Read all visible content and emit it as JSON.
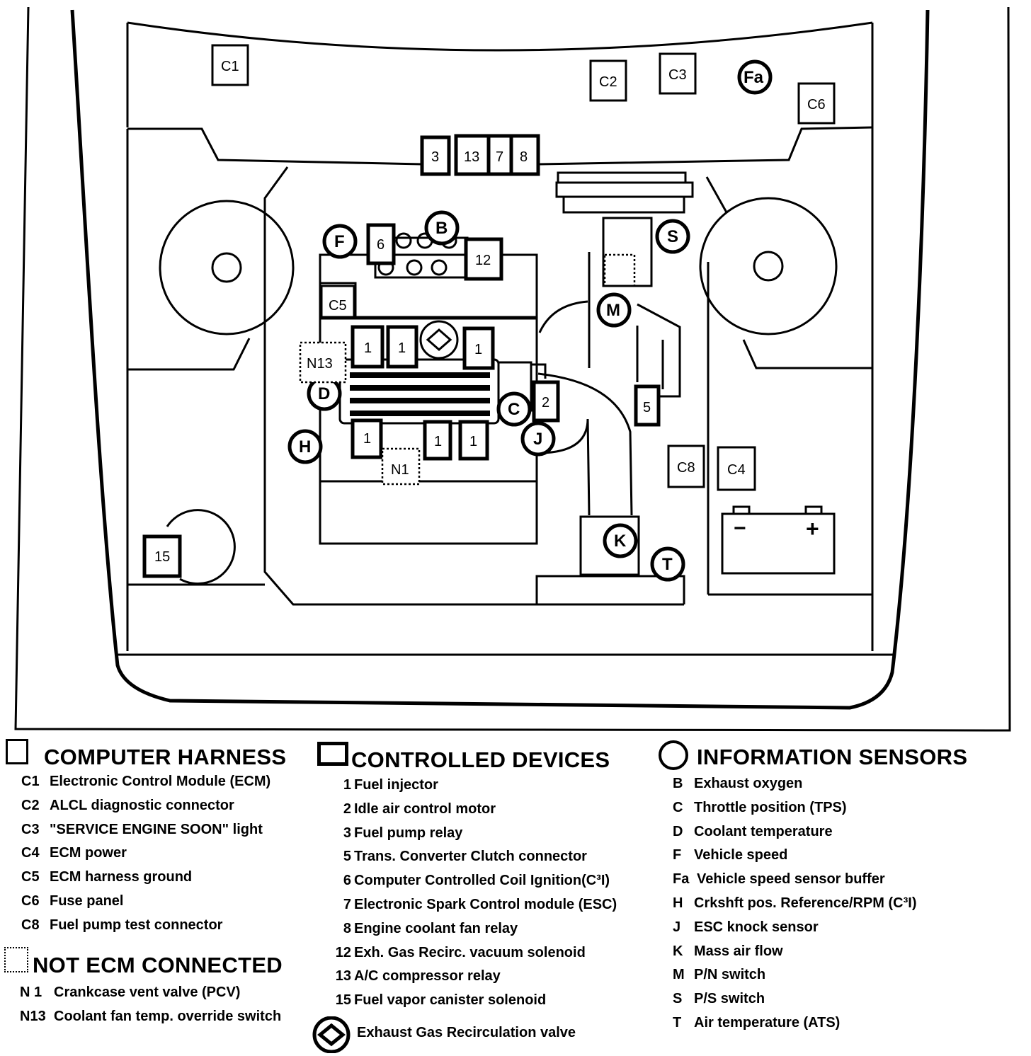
{
  "diagram": {
    "harness_labels": {
      "c1": "C1",
      "c2": "C2",
      "c3": "C3",
      "c6": "C6",
      "c5": "C5",
      "c8": "C8",
      "c4": "C4"
    },
    "device_labels": {
      "d3": "3",
      "d13": "13",
      "d7": "7",
      "d8": "8",
      "d6": "6",
      "d12": "12",
      "d5": "5",
      "d2": "2",
      "d15": "15",
      "inj1": "1",
      "inj2": "1",
      "inj3": "1",
      "inj4": "1",
      "inj5": "1",
      "inj6": "1"
    },
    "sensor_labels": {
      "fa": "Fa",
      "b": "B",
      "f": "F",
      "s": "S",
      "m": "M",
      "d": "D",
      "c": "C",
      "j": "J",
      "h": "H",
      "k": "K",
      "t": "T"
    },
    "not_ecm_labels": {
      "n13": "N13",
      "n1": "N1"
    },
    "battery": {
      "minus": "−",
      "plus": "+"
    }
  },
  "legend": {
    "computer_harness": {
      "title": "COMPUTER HARNESS",
      "items": [
        {
          "code": "C1",
          "text": "Electronic Control Module (ECM)"
        },
        {
          "code": "C2",
          "text": "ALCL diagnostic connector"
        },
        {
          "code": "C3",
          "text": "\"SERVICE ENGINE SOON\" light"
        },
        {
          "code": "C4",
          "text": "ECM power"
        },
        {
          "code": "C5",
          "text": "ECM harness ground"
        },
        {
          "code": "C6",
          "text": "Fuse panel"
        },
        {
          "code": "C8",
          "text": "Fuel pump test connector"
        }
      ]
    },
    "not_ecm_connected": {
      "title": "NOT ECM CONNECTED",
      "items": [
        {
          "code": "N 1",
          "text": "Crankcase vent valve (PCV)"
        },
        {
          "code": "N13",
          "text": "Coolant fan temp. override switch"
        }
      ]
    },
    "controlled_devices": {
      "title": "CONTROLLED DEVICES",
      "items": [
        {
          "code": "1",
          "text": "Fuel injector"
        },
        {
          "code": "2",
          "text": "Idle air control motor"
        },
        {
          "code": "3",
          "text": "Fuel pump relay"
        },
        {
          "code": "5",
          "text": "Trans. Converter Clutch connector"
        },
        {
          "code": "6",
          "text": "Computer Controlled Coil Ignition(C³I)"
        },
        {
          "code": "7",
          "text": "Electronic Spark Control module (ESC)"
        },
        {
          "code": "8",
          "text": "Engine coolant fan relay"
        },
        {
          "code": "12",
          "text": "Exh. Gas Recirc. vacuum solenoid"
        },
        {
          "code": "13",
          "text": "A/C compressor relay"
        },
        {
          "code": "15",
          "text": "Fuel vapor canister solenoid"
        }
      ],
      "egr_note": "Exhaust Gas Recirculation valve"
    },
    "information_sensors": {
      "title": "INFORMATION SENSORS",
      "items": [
        {
          "code": "B",
          "text": "Exhaust oxygen"
        },
        {
          "code": "C",
          "text": "Throttle position (TPS)"
        },
        {
          "code": "D",
          "text": "Coolant temperature"
        },
        {
          "code": "F",
          "text": "Vehicle speed"
        },
        {
          "code": "Fa",
          "text": "Vehicle speed sensor buffer"
        },
        {
          "code": "H",
          "text": "Crkshft pos. Reference/RPM (C³I)"
        },
        {
          "code": "J",
          "text": "ESC knock sensor"
        },
        {
          "code": "K",
          "text": "Mass air flow"
        },
        {
          "code": "M",
          "text": "P/N switch"
        },
        {
          "code": "S",
          "text": "P/S switch"
        },
        {
          "code": "T",
          "text": "Air temperature (ATS)"
        }
      ]
    }
  }
}
